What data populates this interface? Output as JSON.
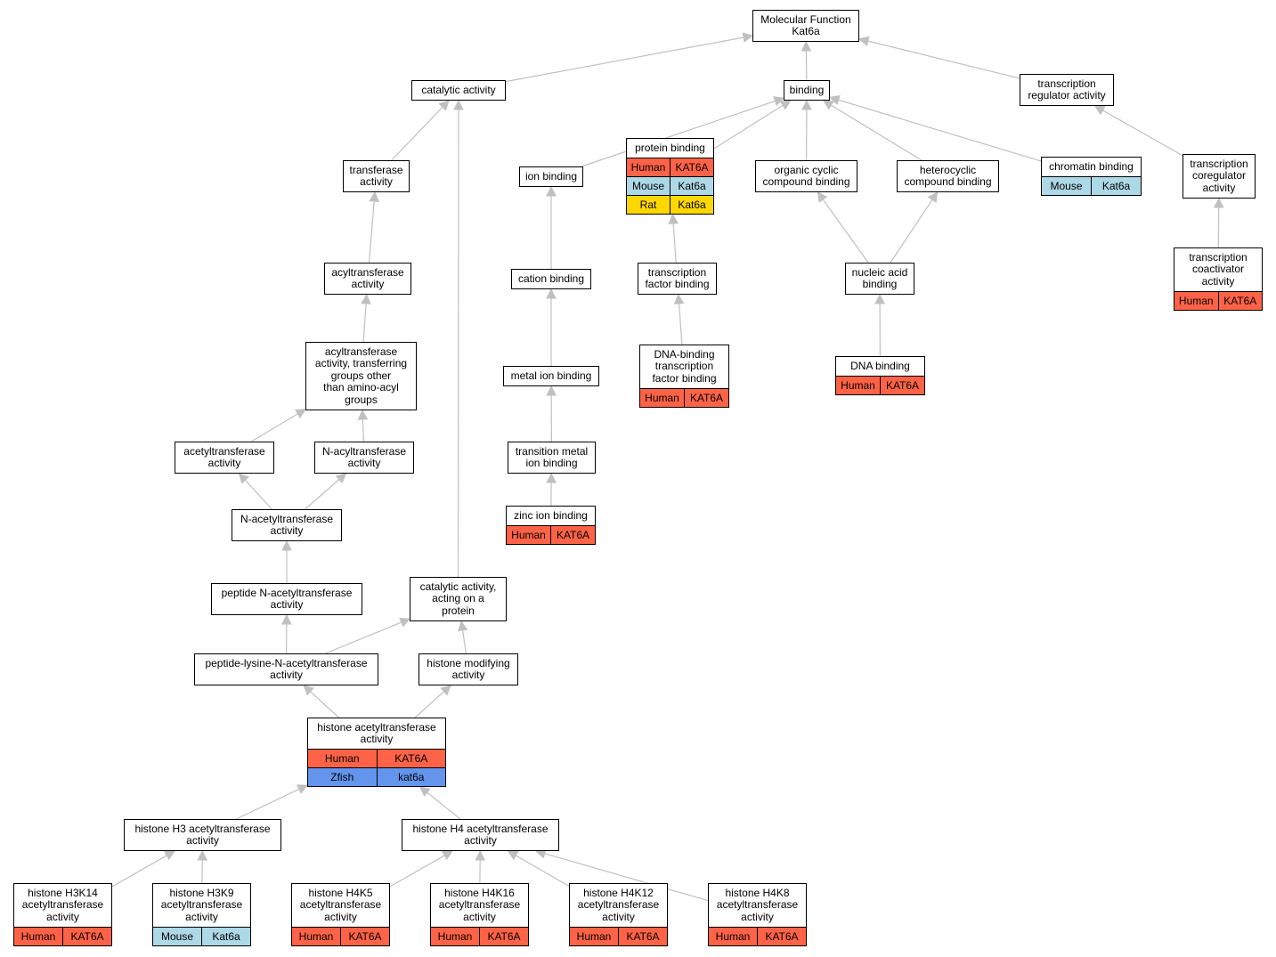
{
  "colors": {
    "edge": "#c0c0c0",
    "border": "#000000",
    "Human": "#ff6347",
    "Mouse": "#add8e6",
    "Rat": "#ffd700",
    "Zfish": "#6495ed"
  },
  "nodes": [
    {
      "id": "mf",
      "label": "Molecular Function\nKat6a"
    },
    {
      "id": "cat",
      "label": "catalytic activity"
    },
    {
      "id": "bind",
      "label": "binding"
    },
    {
      "id": "treg",
      "label": "transcription\nregulator activity"
    },
    {
      "id": "trans",
      "label": "transferase\nactivity"
    },
    {
      "id": "ionb",
      "label": "ion binding"
    },
    {
      "id": "protb",
      "label": "protein binding",
      "annotations": [
        {
          "species": "Human",
          "gene": "KAT6A"
        },
        {
          "species": "Mouse",
          "gene": "Kat6a"
        },
        {
          "species": "Rat",
          "gene": "Kat6a"
        }
      ]
    },
    {
      "id": "occb",
      "label": "organic cyclic\ncompound binding"
    },
    {
      "id": "hetb",
      "label": "heterocyclic\ncompound binding"
    },
    {
      "id": "chrb",
      "label": "chromatin binding",
      "annotations": [
        {
          "species": "Mouse",
          "gene": "Kat6a"
        }
      ]
    },
    {
      "id": "tcoreg",
      "label": "transcription\ncoregulator\nactivity"
    },
    {
      "id": "acyl",
      "label": "acyltransferase\nactivity"
    },
    {
      "id": "catb",
      "label": "cation binding"
    },
    {
      "id": "tfb",
      "label": "transcription\nfactor binding"
    },
    {
      "id": "nab",
      "label": "nucleic acid\nbinding"
    },
    {
      "id": "tcoact",
      "label": "transcription\ncoactivator\nactivity",
      "annotations": [
        {
          "species": "Human",
          "gene": "KAT6A"
        }
      ]
    },
    {
      "id": "acyl2",
      "label": "acyltransferase\nactivity, transferring\ngroups other\nthan amino-acyl\ngroups"
    },
    {
      "id": "metb",
      "label": "metal ion binding"
    },
    {
      "id": "dbtfb",
      "label": "DNA-binding\ntranscription\nfactor binding",
      "annotations": [
        {
          "species": "Human",
          "gene": "KAT6A"
        }
      ]
    },
    {
      "id": "dnab",
      "label": "DNA binding",
      "annotations": [
        {
          "species": "Human",
          "gene": "KAT6A"
        }
      ]
    },
    {
      "id": "acet",
      "label": "acetyltransferase\nactivity"
    },
    {
      "id": "nacyl",
      "label": "N-acyltransferase\nactivity"
    },
    {
      "id": "tmib",
      "label": "transition metal\nion binding"
    },
    {
      "id": "nacet",
      "label": "N-acetyltransferase\nactivity"
    },
    {
      "id": "znb",
      "label": "zinc ion binding",
      "annotations": [
        {
          "species": "Human",
          "gene": "KAT6A"
        }
      ]
    },
    {
      "id": "pnat",
      "label": "peptide N-acetyltransferase\nactivity"
    },
    {
      "id": "catp",
      "label": "catalytic activity,\nacting on a\nprotein"
    },
    {
      "id": "plnat",
      "label": "peptide-lysine-N-acetyltransferase\nactivity"
    },
    {
      "id": "hmod",
      "label": "histone modifying\nactivity"
    },
    {
      "id": "hat",
      "label": "histone acetyltransferase\nactivity",
      "annotations": [
        {
          "species": "Human",
          "gene": "KAT6A"
        },
        {
          "species": "Zfish",
          "gene": "kat6a"
        }
      ]
    },
    {
      "id": "h3at",
      "label": "histone H3 acetyltransferase\nactivity"
    },
    {
      "id": "h4at",
      "label": "histone H4 acetyltransferase\nactivity"
    },
    {
      "id": "h3k14",
      "label": "histone H3K14\nacetyltransferase\nactivity",
      "annotations": [
        {
          "species": "Human",
          "gene": "KAT6A"
        }
      ]
    },
    {
      "id": "h3k9",
      "label": "histone H3K9\nacetyltransferase\nactivity",
      "annotations": [
        {
          "species": "Mouse",
          "gene": "Kat6a"
        }
      ]
    },
    {
      "id": "h4k5",
      "label": "histone H4K5\nacetyltransferase\nactivity",
      "annotations": [
        {
          "species": "Human",
          "gene": "KAT6A"
        }
      ]
    },
    {
      "id": "h4k16",
      "label": "histone H4K16\nacetyltransferase\nactivity",
      "annotations": [
        {
          "species": "Human",
          "gene": "KAT6A"
        }
      ]
    },
    {
      "id": "h4k12",
      "label": "histone H4K12\nacetyltransferase\nactivity",
      "annotations": [
        {
          "species": "Human",
          "gene": "KAT6A"
        }
      ]
    },
    {
      "id": "h4k8",
      "label": "histone H4K8\nacetyltransferase\nactivity",
      "annotations": [
        {
          "species": "Human",
          "gene": "KAT6A"
        }
      ]
    }
  ],
  "edges": [
    {
      "from": "cat",
      "to": "mf"
    },
    {
      "from": "bind",
      "to": "mf"
    },
    {
      "from": "treg",
      "to": "mf"
    },
    {
      "from": "trans",
      "to": "cat"
    },
    {
      "from": "catp",
      "to": "cat"
    },
    {
      "from": "ionb",
      "to": "bind"
    },
    {
      "from": "protb",
      "to": "bind"
    },
    {
      "from": "occb",
      "to": "bind"
    },
    {
      "from": "hetb",
      "to": "bind"
    },
    {
      "from": "chrb",
      "to": "bind"
    },
    {
      "from": "tcoreg",
      "to": "treg"
    },
    {
      "from": "acyl",
      "to": "trans"
    },
    {
      "from": "catb",
      "to": "ionb"
    },
    {
      "from": "tfb",
      "to": "protb"
    },
    {
      "from": "nab",
      "to": "occb"
    },
    {
      "from": "nab",
      "to": "hetb"
    },
    {
      "from": "tcoact",
      "to": "tcoreg"
    },
    {
      "from": "acyl2",
      "to": "acyl"
    },
    {
      "from": "metb",
      "to": "catb"
    },
    {
      "from": "dbtfb",
      "to": "tfb"
    },
    {
      "from": "dnab",
      "to": "nab"
    },
    {
      "from": "acet",
      "to": "acyl2"
    },
    {
      "from": "nacyl",
      "to": "acyl2"
    },
    {
      "from": "tmib",
      "to": "metb"
    },
    {
      "from": "nacet",
      "to": "acet"
    },
    {
      "from": "nacet",
      "to": "nacyl"
    },
    {
      "from": "znb",
      "to": "tmib"
    },
    {
      "from": "pnat",
      "to": "nacet"
    },
    {
      "from": "plnat",
      "to": "pnat"
    },
    {
      "from": "plnat",
      "to": "catp"
    },
    {
      "from": "hmod",
      "to": "catp"
    },
    {
      "from": "hat",
      "to": "plnat"
    },
    {
      "from": "hat",
      "to": "hmod"
    },
    {
      "from": "h3at",
      "to": "hat"
    },
    {
      "from": "h4at",
      "to": "hat"
    },
    {
      "from": "h3k14",
      "to": "h3at"
    },
    {
      "from": "h3k9",
      "to": "h3at"
    },
    {
      "from": "h4k5",
      "to": "h4at"
    },
    {
      "from": "h4k16",
      "to": "h4at"
    },
    {
      "from": "h4k12",
      "to": "h4at"
    },
    {
      "from": "h4k8",
      "to": "h4at"
    }
  ]
}
